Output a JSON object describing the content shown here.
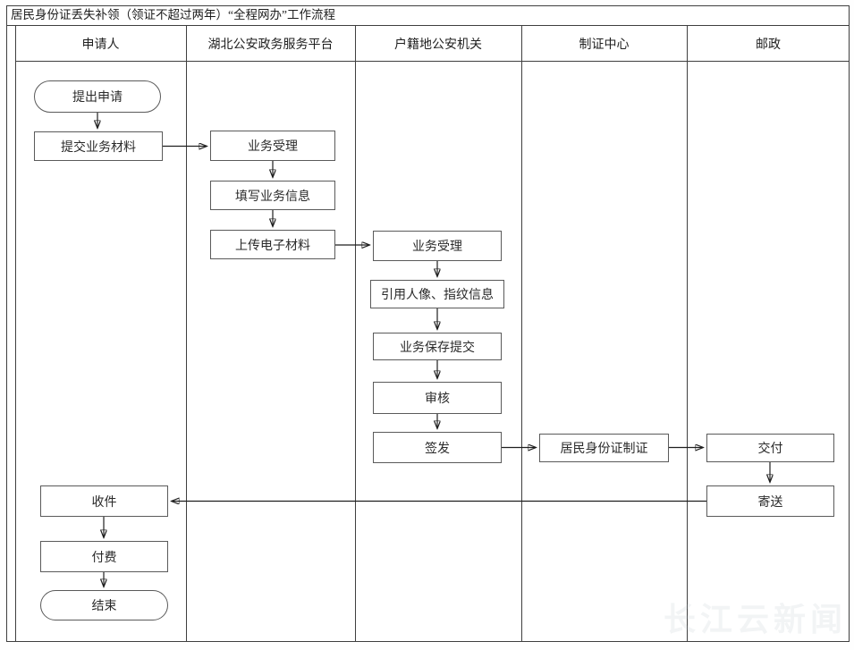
{
  "title": "居民身份证丢失补领（领证不超过两年）“全程网办”工作流程",
  "lanes": [
    {
      "label": "申请人"
    },
    {
      "label": "湖北公安政务服务平台"
    },
    {
      "label": "户籍地公安机关"
    },
    {
      "label": "制证中心"
    },
    {
      "label": "邮政"
    }
  ],
  "nodes": {
    "start": {
      "label": "提出申请",
      "shape": "stadium",
      "lane": "申请人"
    },
    "submit_materials": {
      "label": "提交业务材料",
      "shape": "rect",
      "lane": "申请人"
    },
    "platform_accept": {
      "label": "业务受理",
      "shape": "rect",
      "lane": "湖北公安政务服务平台"
    },
    "fill_info": {
      "label": "填写业务信息",
      "shape": "rect",
      "lane": "湖北公安政务服务平台"
    },
    "upload_materials": {
      "label": "上传电子材料",
      "shape": "rect",
      "lane": "湖北公安政务服务平台"
    },
    "police_accept": {
      "label": "业务受理",
      "shape": "rect",
      "lane": "户籍地公安机关"
    },
    "reference_biometrics": {
      "label": "引用人像、指纹信息",
      "shape": "rect",
      "lane": "户籍地公安机关"
    },
    "save_submit": {
      "label": "业务保存提交",
      "shape": "rect",
      "lane": "户籍地公安机关"
    },
    "review": {
      "label": "审核",
      "shape": "rect",
      "lane": "户籍地公安机关"
    },
    "sign_issue": {
      "label": "签发",
      "shape": "rect",
      "lane": "户籍地公安机关"
    },
    "card_production": {
      "label": "居民身份证制证",
      "shape": "rect",
      "lane": "制证中心"
    },
    "deliver": {
      "label": "交付",
      "shape": "rect",
      "lane": "邮政"
    },
    "mail_send": {
      "label": "寄送",
      "shape": "rect",
      "lane": "邮政"
    },
    "receive": {
      "label": "收件",
      "shape": "rect",
      "lane": "申请人"
    },
    "pay": {
      "label": "付费",
      "shape": "rect",
      "lane": "申请人"
    },
    "end": {
      "label": "结束",
      "shape": "stadium",
      "lane": "申请人"
    }
  },
  "edges": [
    {
      "from": "start",
      "to": "submit_materials"
    },
    {
      "from": "submit_materials",
      "to": "platform_accept"
    },
    {
      "from": "platform_accept",
      "to": "fill_info"
    },
    {
      "from": "fill_info",
      "to": "upload_materials"
    },
    {
      "from": "upload_materials",
      "to": "police_accept"
    },
    {
      "from": "police_accept",
      "to": "reference_biometrics"
    },
    {
      "from": "reference_biometrics",
      "to": "save_submit"
    },
    {
      "from": "save_submit",
      "to": "review"
    },
    {
      "from": "review",
      "to": "sign_issue"
    },
    {
      "from": "sign_issue",
      "to": "card_production"
    },
    {
      "from": "card_production",
      "to": "deliver"
    },
    {
      "from": "deliver",
      "to": "mail_send"
    },
    {
      "from": "mail_send",
      "to": "receive"
    },
    {
      "from": "receive",
      "to": "pay"
    },
    {
      "from": "pay",
      "to": "end"
    }
  ],
  "watermark": "长江云新闻",
  "colors": {
    "frame_line": "#3f3f3f",
    "node_border": "#5a5a5a",
    "arrow": "#1f1f1f",
    "background": "#ffffff",
    "text": "#222222"
  }
}
